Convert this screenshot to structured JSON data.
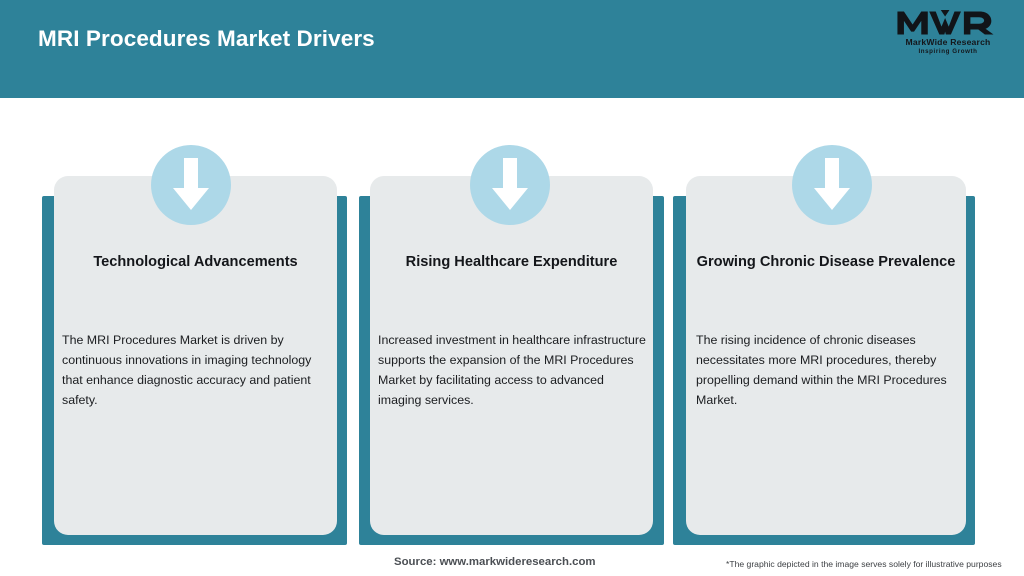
{
  "header": {
    "title": "MRI Procedures Market Drivers",
    "background_color": "#2E8299",
    "title_color": "#FFFFFF"
  },
  "logo": {
    "mark": "MWR",
    "name": "MarkWide Research",
    "tagline": "Inspiring Growth"
  },
  "theme": {
    "accent": "#2E8299",
    "card_bg": "#E7EAEB",
    "icon_circle": "#ADD8E8",
    "arrow": "#FFFFFF"
  },
  "cards": [
    {
      "icon": "arrow-down-icon",
      "title": "Technological Advancements",
      "body": "The MRI Procedures Market is driven by continuous innovations in imaging technology that enhance diagnostic accuracy and patient safety."
    },
    {
      "icon": "arrow-down-icon",
      "title": "Rising Healthcare Expenditure",
      "body": "Increased investment in healthcare infrastructure supports the expansion of the MRI Procedures Market by facilitating access to advanced imaging services."
    },
    {
      "icon": "arrow-down-icon",
      "title": "Growing Chronic Disease Prevalence",
      "body": "The rising incidence of chronic diseases necessitates more MRI procedures, thereby propelling demand within the MRI Procedures Market."
    }
  ],
  "footer": {
    "source": "Source: www.markwideresearch.com",
    "disclaimer": "*The graphic depicted in the image serves solely for illustrative purposes"
  }
}
